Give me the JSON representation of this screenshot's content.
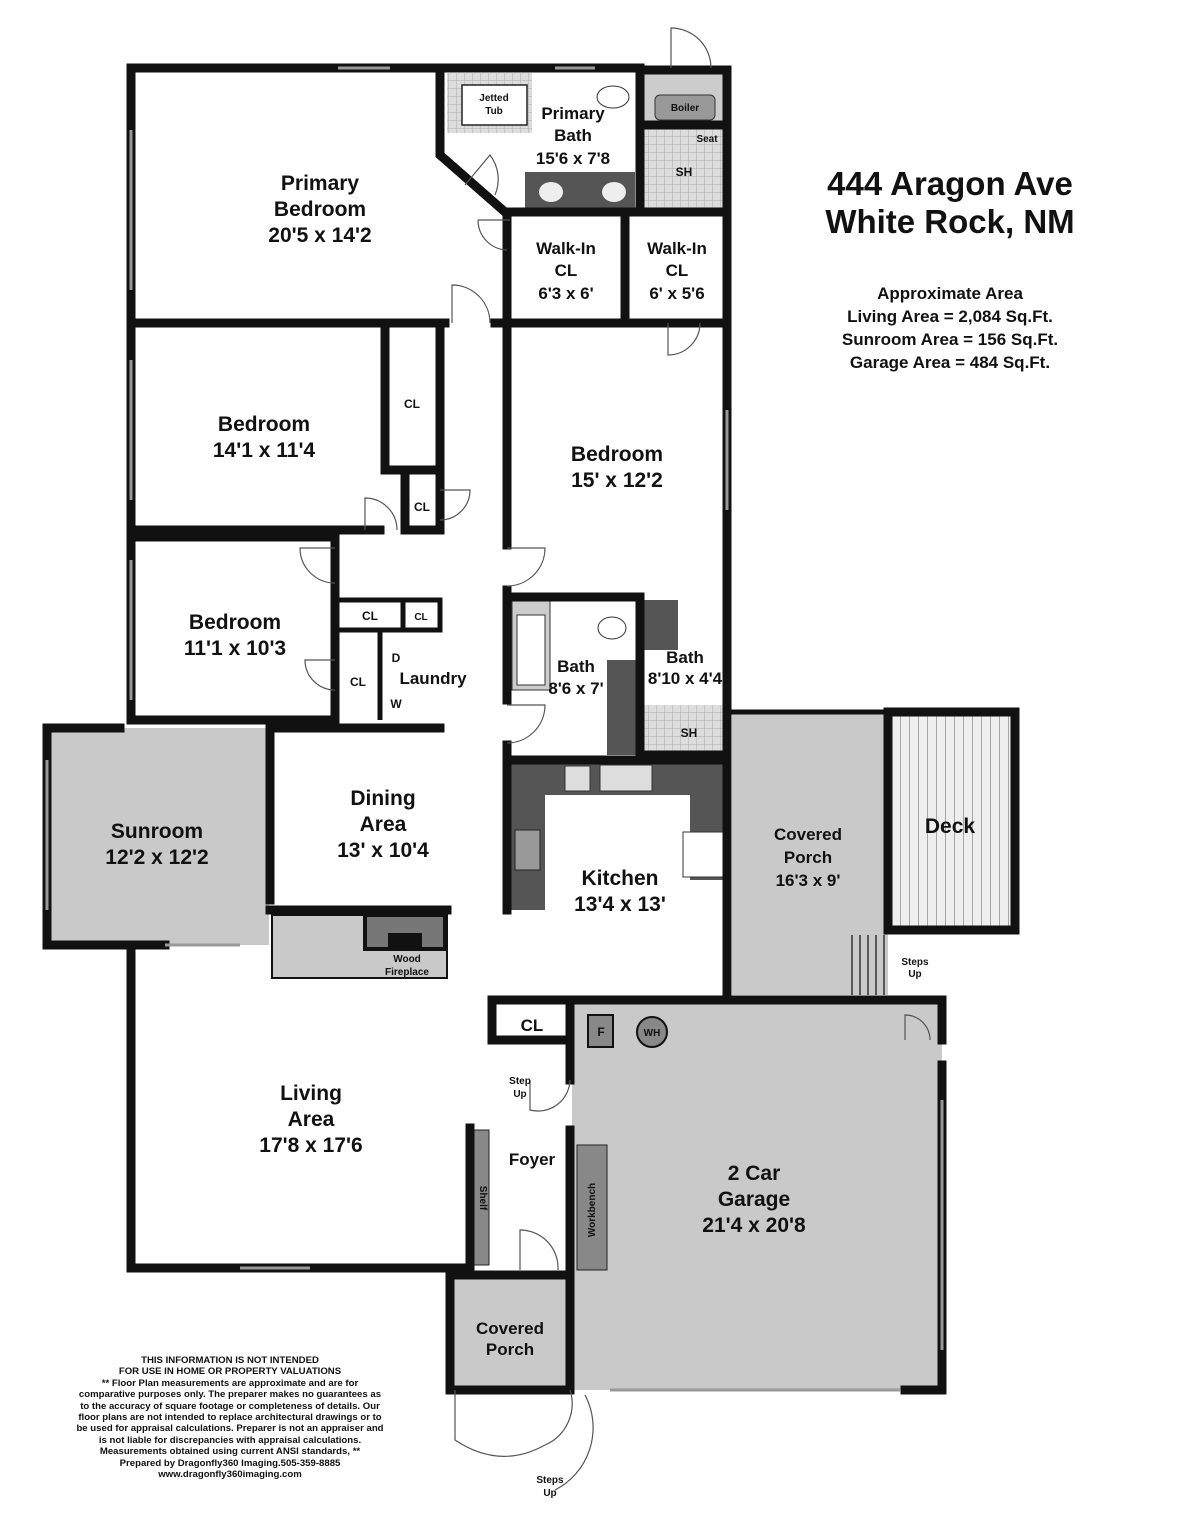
{
  "header": {
    "address_line1": "444 Aragon Ave",
    "address_line2": "White Rock, NM"
  },
  "area": {
    "heading": "Approximate Area",
    "living": "Living Area = 2,084 Sq.Ft.",
    "sunroom": "Sunroom Area = 156 Sq.Ft.",
    "garage": "Garage Area = 484 Sq.Ft."
  },
  "rooms": {
    "primary_bedroom": {
      "name1": "Primary",
      "name2": "Bedroom",
      "dims": "20'5 x 14'2"
    },
    "primary_bath": {
      "name1": "Primary",
      "name2": "Bath",
      "dims": "15'6 x 7'8"
    },
    "jetted_tub": {
      "name1": "Jetted",
      "name2": "Tub"
    },
    "boiler": "Boiler",
    "seat": "Seat",
    "sh1": "SH",
    "walkin1": {
      "name1": "Walk-In",
      "name2": "CL",
      "dims": "6'3 x 6'"
    },
    "walkin2": {
      "name1": "Walk-In",
      "name2": "CL",
      "dims": "6' x 5'6"
    },
    "bedroom1": {
      "name": "Bedroom",
      "dims": "14'1 x 11'4"
    },
    "bedroom2": {
      "name": "Bedroom",
      "dims": "15' x 12'2"
    },
    "bedroom3": {
      "name": "Bedroom",
      "dims": "11'1 x 10'3"
    },
    "cl": "CL",
    "laundry": "Laundry",
    "d": "D",
    "w": "W",
    "bath1": {
      "name": "Bath",
      "dims": "8'6 x 7'"
    },
    "bath2": {
      "name": "Bath",
      "dims": "8'10 x 4'4"
    },
    "sh2": "SH",
    "sunroom": {
      "name": "Sunroom",
      "dims": "12'2 x 12'2"
    },
    "dining": {
      "name1": "Dining",
      "name2": "Area",
      "dims": "13' x 10'4"
    },
    "kitchen": {
      "name": "Kitchen",
      "dims": "13'4 x 13'"
    },
    "covered_porch_back": {
      "name1": "Covered",
      "name2": "Porch",
      "dims": "16'3 x 9'"
    },
    "deck": "Deck",
    "steps_up_deck": {
      "l1": "Steps",
      "l2": "Up"
    },
    "fireplace": {
      "l1": "Wood",
      "l2": "Fireplace"
    },
    "living": {
      "name1": "Living",
      "name2": "Area",
      "dims": "17'8 x 17'6"
    },
    "foyer": "Foyer",
    "step_up": {
      "l1": "Step",
      "l2": "Up"
    },
    "shelf": "Shelf",
    "workbench": "Workbench",
    "garage": {
      "name1": "2 Car",
      "name2": "Garage",
      "dims": "21'4 x 20'8"
    },
    "furnace": "F",
    "water_heater": "WH",
    "covered_porch_front": {
      "name1": "Covered",
      "name2": "Porch"
    },
    "steps_up_front": {
      "l1": "Steps",
      "l2": "Up"
    }
  },
  "disclaimer": [
    "THIS INFORMATION IS NOT INTENDED",
    "FOR USE IN HOME OR PROPERTY VALUATIONS",
    "** Floor Plan measurements are approximate and are for",
    "comparative purposes only. The preparer makes no guarantees as",
    "to the accuracy of square footage or completeness of details. Our",
    "floor plans are not intended to replace architectural drawings or to",
    "be used for appraisal calculations. Preparer is not an appraiser and",
    "is not liable for discrepancies with appraisal calculations.",
    "Measurements obtained using current ANSI standards, **",
    "Prepared by Dragonfly360 Imaging.505-359-8885",
    "www.dragonfly360imaging.com"
  ]
}
